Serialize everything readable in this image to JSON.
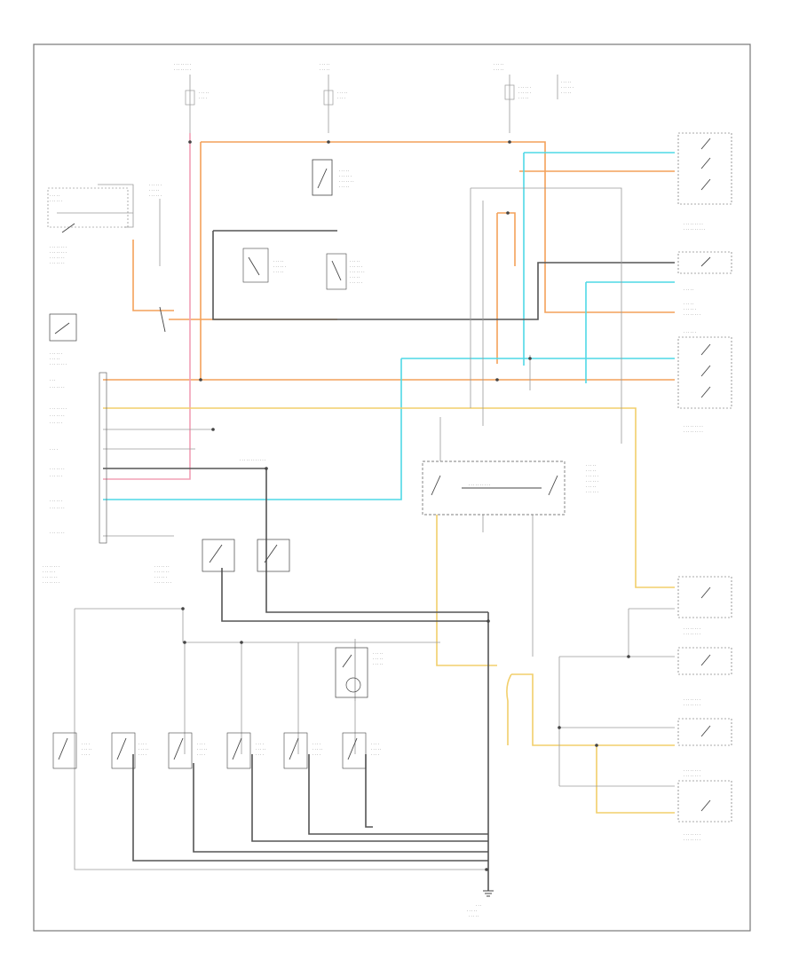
{
  "diagram": {
    "footer_code": "",
    "colors": {
      "orange": "#f4a15a",
      "cyan": "#4fd8e6",
      "yellow": "#f2cf6b",
      "pink": "#f2a0b6",
      "dark_gray": "#555555",
      "light_gray": "#9a9a9a",
      "black": "#333333"
    },
    "components": [
      {
        "id": "hot-at-all-times-1",
        "label": ""
      },
      {
        "id": "hot-at-all-times-2",
        "label": ""
      },
      {
        "id": "hot-at-all-times-3",
        "label": ""
      },
      {
        "id": "power-lock-relay",
        "label": ""
      },
      {
        "id": "left-front-door-lock-switch",
        "label": ""
      },
      {
        "id": "right-front-door-lock-switch",
        "label": ""
      },
      {
        "id": "remote-keyless-entry-module",
        "label": ""
      },
      {
        "id": "power-door-lock-switch",
        "label": ""
      },
      {
        "id": "left-front-door-ajar-switch",
        "label": ""
      },
      {
        "id": "right-front-door-ajar-switch",
        "label": ""
      },
      {
        "id": "left-rear-door-ajar-switch",
        "label": ""
      },
      {
        "id": "right-rear-door-ajar-switch",
        "label": ""
      },
      {
        "id": "liftgate-switch",
        "label": ""
      },
      {
        "id": "ground-point",
        "label": ""
      }
    ]
  }
}
